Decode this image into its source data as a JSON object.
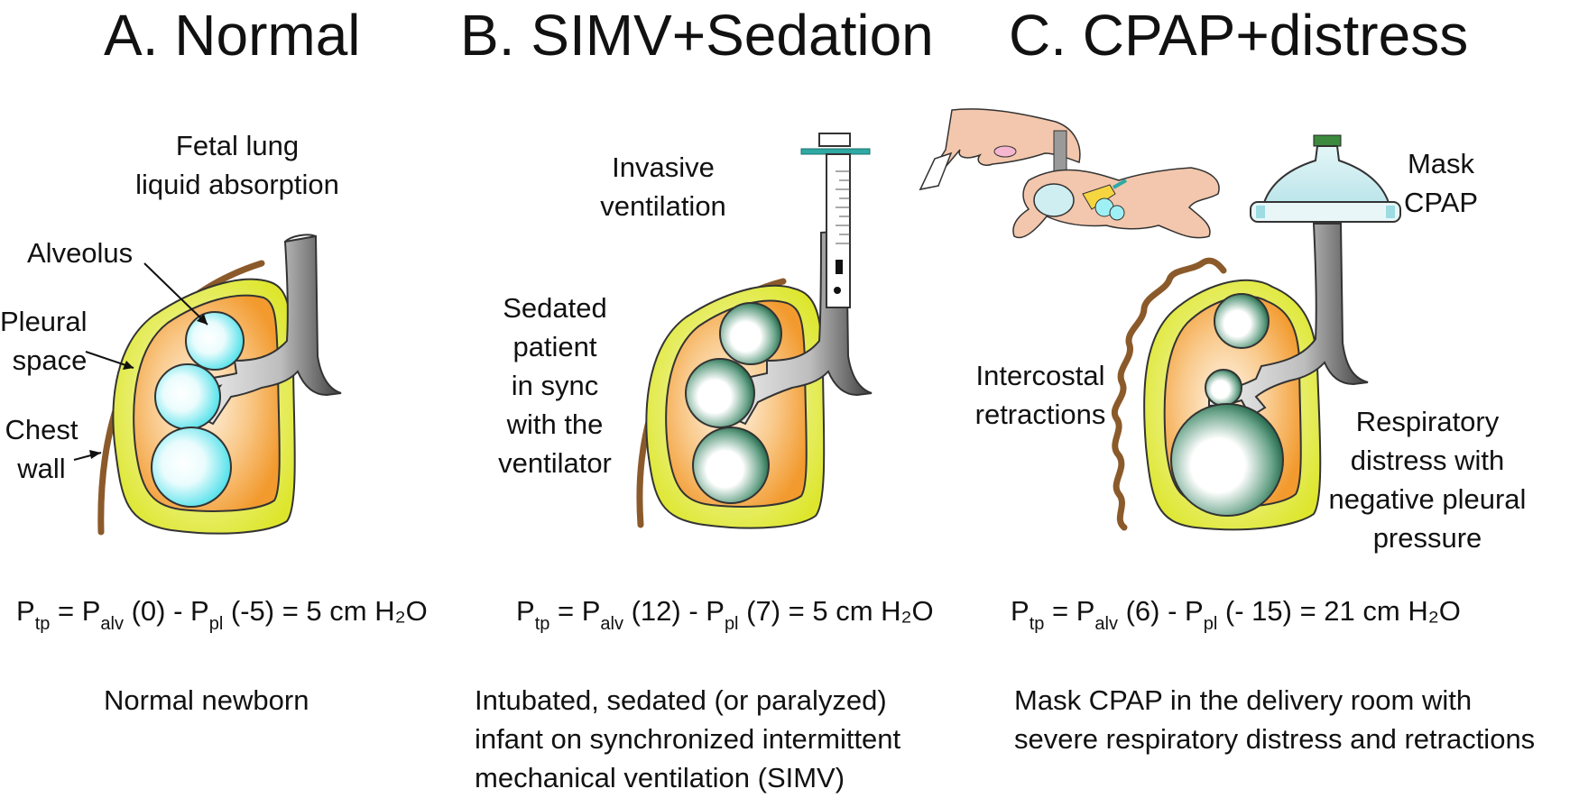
{
  "titles": {
    "a": "A. Normal",
    "b": "B. SIMV+Sedation",
    "c": "C. CPAP+distress"
  },
  "panel_a": {
    "fetal_line1": "Fetal lung",
    "fetal_line2": "liquid absorption",
    "alveolus": "Alveolus",
    "pleural_line1": "Pleural",
    "pleural_line2": "space",
    "chest_line1": "Chest",
    "chest_line2": "wall",
    "eq": {
      "p": "P",
      "tp": "tp",
      "eq1": " = P",
      "alv": "alv",
      "mid": " (0) - P",
      "pl": "pl",
      "end": " (-5) = 5 cm H₂O"
    },
    "caption": "Normal newborn"
  },
  "panel_b": {
    "invasive_line1": "Invasive",
    "invasive_line2": "ventilation",
    "sedated_line1": "Sedated",
    "sedated_line2": "patient",
    "sedated_line3": "in sync",
    "sedated_line4": "with the",
    "sedated_line5": "ventilator",
    "eq": {
      "p": "P",
      "tp": "tp",
      "eq1": " = P",
      "alv": "alv",
      "mid": " (12) - P",
      "pl": "pl",
      "end": " (7) = 5 cm H₂O"
    },
    "caption_line1": "Intubated, sedated (or paralyzed)",
    "caption_line2": "infant on synchronized intermittent",
    "caption_line3": "mechanical ventilation (SIMV)"
  },
  "panel_c": {
    "mask_line1": "Mask",
    "mask_line2": "CPAP",
    "intercostal_line1": "Intercostal",
    "intercostal_line2": "retractions",
    "resp_line1": "Respiratory",
    "resp_line2": "distress with",
    "resp_line3": "negative pleural",
    "resp_line4": "pressure",
    "eq": {
      "p": "P",
      "tp": "tp",
      "eq1": " = P",
      "alv": "alv",
      "mid": " (6) - P",
      "pl": "pl",
      "end": " (- 15) = 21 cm H₂O"
    },
    "caption_line1": "Mask CPAP in the delivery room with",
    "caption_line2": "severe respiratory distress and retractions"
  },
  "colors": {
    "chest_wall": "#8b5a2b",
    "pleura": "#e6ec3a",
    "lung": "#f5a23a",
    "fluid_alveolus": "#62e6ee",
    "air_alveolus": "#2e7d5a",
    "airway": "#bdbdbd",
    "tube_connector": "#2ea9a4"
  }
}
